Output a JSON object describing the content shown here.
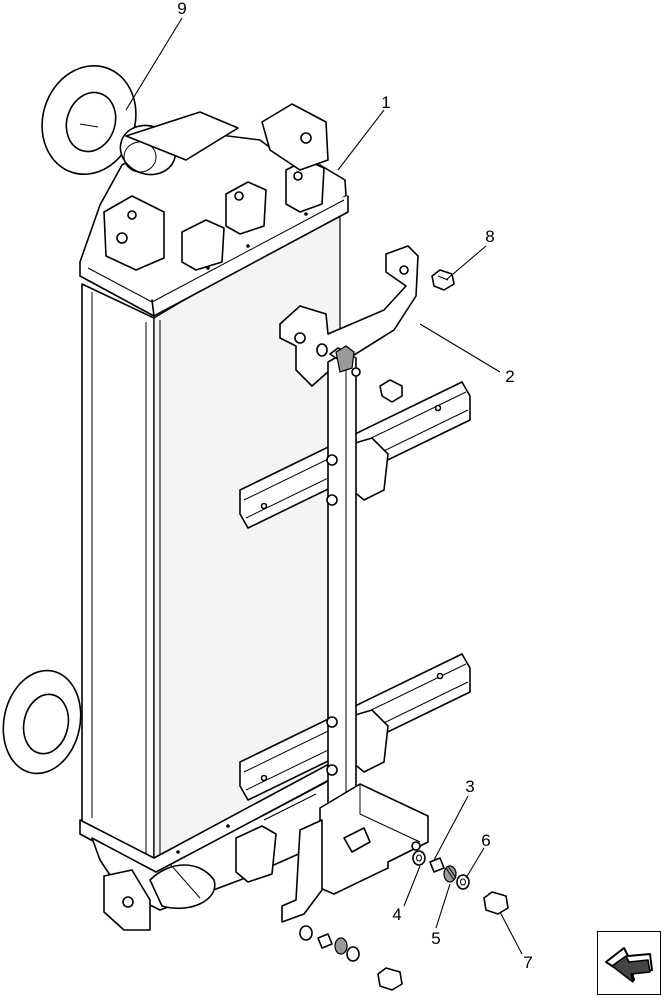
{
  "callouts": [
    {
      "id": "c9",
      "label": "9"
    },
    {
      "id": "c1",
      "label": "1"
    },
    {
      "id": "c8",
      "label": "8"
    },
    {
      "id": "c2",
      "label": "2"
    },
    {
      "id": "c3",
      "label": "3"
    },
    {
      "id": "c6",
      "label": "6"
    },
    {
      "id": "c4",
      "label": "4"
    },
    {
      "id": "c5",
      "label": "5"
    },
    {
      "id": "c7",
      "label": "7"
    }
  ],
  "icons": {
    "nav": "previous-page-arrow-icon"
  }
}
